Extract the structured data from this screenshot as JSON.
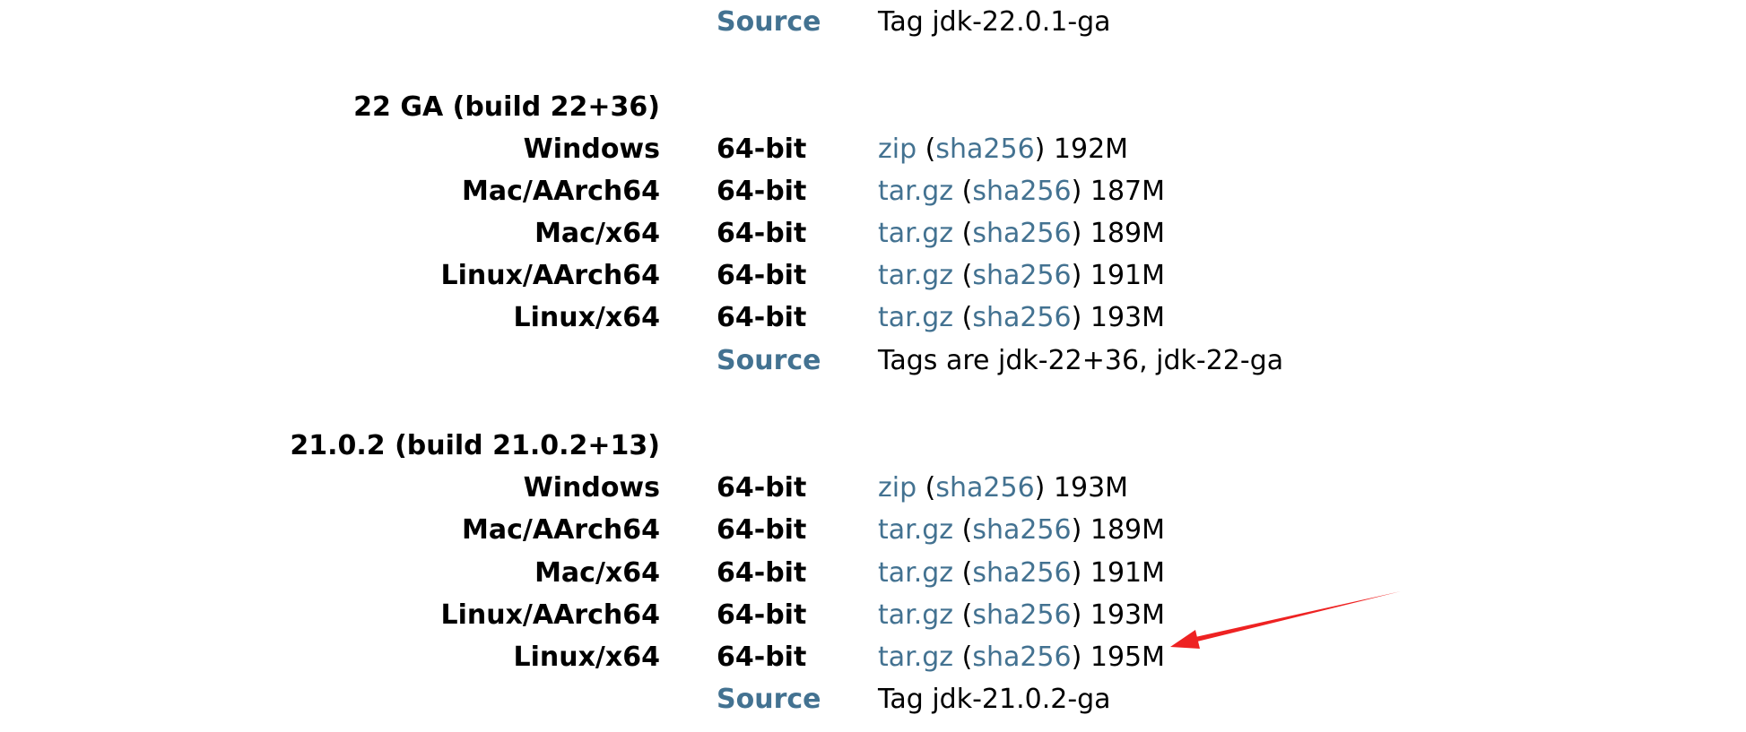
{
  "top_source": {
    "label": "Source",
    "tag": "Tag jdk-22.0.1-ga"
  },
  "releases": [
    {
      "title": "22 GA (build 22+36)",
      "rows": [
        {
          "os": "Windows",
          "arch": "64-bit",
          "file": "zip",
          "checksum": "sha256",
          "size": "192M"
        },
        {
          "os": "Mac/AArch64",
          "arch": "64-bit",
          "file": "tar.gz",
          "checksum": "sha256",
          "size": "187M"
        },
        {
          "os": "Mac/x64",
          "arch": "64-bit",
          "file": "tar.gz",
          "checksum": "sha256",
          "size": "189M"
        },
        {
          "os": "Linux/AArch64",
          "arch": "64-bit",
          "file": "tar.gz",
          "checksum": "sha256",
          "size": "191M"
        },
        {
          "os": "Linux/x64",
          "arch": "64-bit",
          "file": "tar.gz",
          "checksum": "sha256",
          "size": "193M"
        }
      ],
      "source_label": "Source",
      "source_tag": "Tags are jdk-22+36, jdk-22-ga"
    },
    {
      "title": "21.0.2 (build 21.0.2+13)",
      "rows": [
        {
          "os": "Windows",
          "arch": "64-bit",
          "file": "zip",
          "checksum": "sha256",
          "size": "193M"
        },
        {
          "os": "Mac/AArch64",
          "arch": "64-bit",
          "file": "tar.gz",
          "checksum": "sha256",
          "size": "189M"
        },
        {
          "os": "Mac/x64",
          "arch": "64-bit",
          "file": "tar.gz",
          "checksum": "sha256",
          "size": "191M"
        },
        {
          "os": "Linux/AArch64",
          "arch": "64-bit",
          "file": "tar.gz",
          "checksum": "sha256",
          "size": "193M"
        },
        {
          "os": "Linux/x64",
          "arch": "64-bit",
          "file": "tar.gz",
          "checksum": "sha256",
          "size": "195M"
        }
      ],
      "source_label": "Source",
      "source_tag": "Tag jdk-21.0.2-ga"
    }
  ],
  "colors": {
    "link": "#437291",
    "text": "#000000",
    "annotation_arrow": "#ee2222"
  },
  "annotation": {
    "icon": "red-arrow-icon",
    "target": "releases.1.rows.4.size"
  }
}
